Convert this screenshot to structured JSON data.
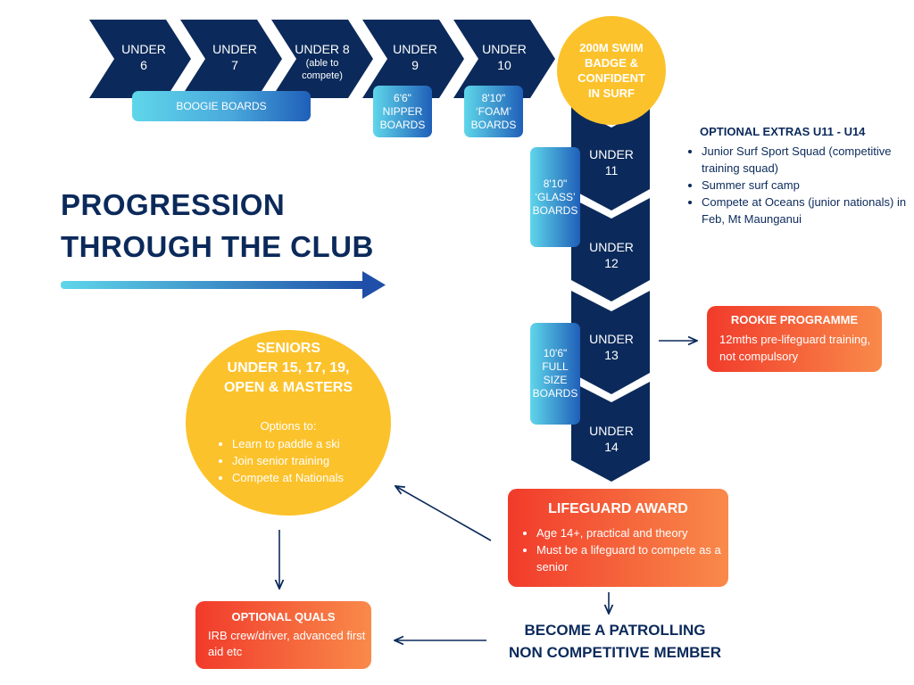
{
  "title_lines": [
    "PROGRESSION",
    "THROUGH THE CLUB"
  ],
  "colors": {
    "navy": "#0b2a5b",
    "yellow": "#fcc22b",
    "red": "#f13b2b",
    "cyan": "#5fd6ea"
  },
  "chevrons": [
    {
      "line1": "UNDER",
      "line2": "6"
    },
    {
      "line1": "UNDER",
      "line2": "7"
    },
    {
      "line1": "UNDER 8",
      "sub": "(able to compete)"
    },
    {
      "line1": "UNDER",
      "line2": "9"
    },
    {
      "line1": "UNDER",
      "line2": "10"
    }
  ],
  "boards_top": {
    "boogie": "BOOGIE BOARDS",
    "nipper": [
      "6'6\"",
      "NIPPER",
      "BOARDS"
    ],
    "foam": [
      "8'10\"",
      "‘FOAM’",
      "BOARDS"
    ]
  },
  "swim_badge": [
    "200M SWIM",
    "BADGE &",
    "CONFIDENT",
    "IN SURF"
  ],
  "vertical_chevrons": [
    {
      "line1": "UNDER",
      "line2": "11"
    },
    {
      "line1": "UNDER",
      "line2": "12"
    },
    {
      "line1": "UNDER",
      "line2": "13"
    },
    {
      "line1": "UNDER",
      "line2": "14"
    }
  ],
  "boards_side": {
    "glass": [
      "8'10\"",
      "‘GLASS’",
      "BOARDS"
    ],
    "full": [
      "10'6\"",
      "FULL",
      "SIZE",
      "BOARDS"
    ]
  },
  "optional_extras": {
    "title": "OPTIONAL EXTRAS U11 - U14",
    "items": [
      "Junior Surf Sport Squad (competitive training squad)",
      "Summer surf camp",
      "Compete at Oceans (junior nationals) in Feb, Mt Maunganui"
    ]
  },
  "rookie": {
    "title": "ROOKIE PROGRAMME",
    "body": "12mths pre-lifeguard training, not compulsory"
  },
  "seniors": {
    "heading": [
      "SENIORS",
      "UNDER 15, 17, 19,",
      "OPEN & MASTERS"
    ],
    "options_label": "Options to:",
    "options": [
      "Learn to paddle a ski",
      "Join senior training",
      "Compete at Nationals"
    ]
  },
  "lifeguard": {
    "title": "LIFEGUARD AWARD",
    "items": [
      "Age 14+, practical and theory",
      "Must be a lifeguard to compete as a senior"
    ]
  },
  "optional_quals": {
    "title": "OPTIONAL QUALS",
    "body": "IRB crew/driver, advanced first aid etc"
  },
  "patrolling": [
    "BECOME A PATROLLING",
    "NON COMPETITIVE MEMBER"
  ]
}
